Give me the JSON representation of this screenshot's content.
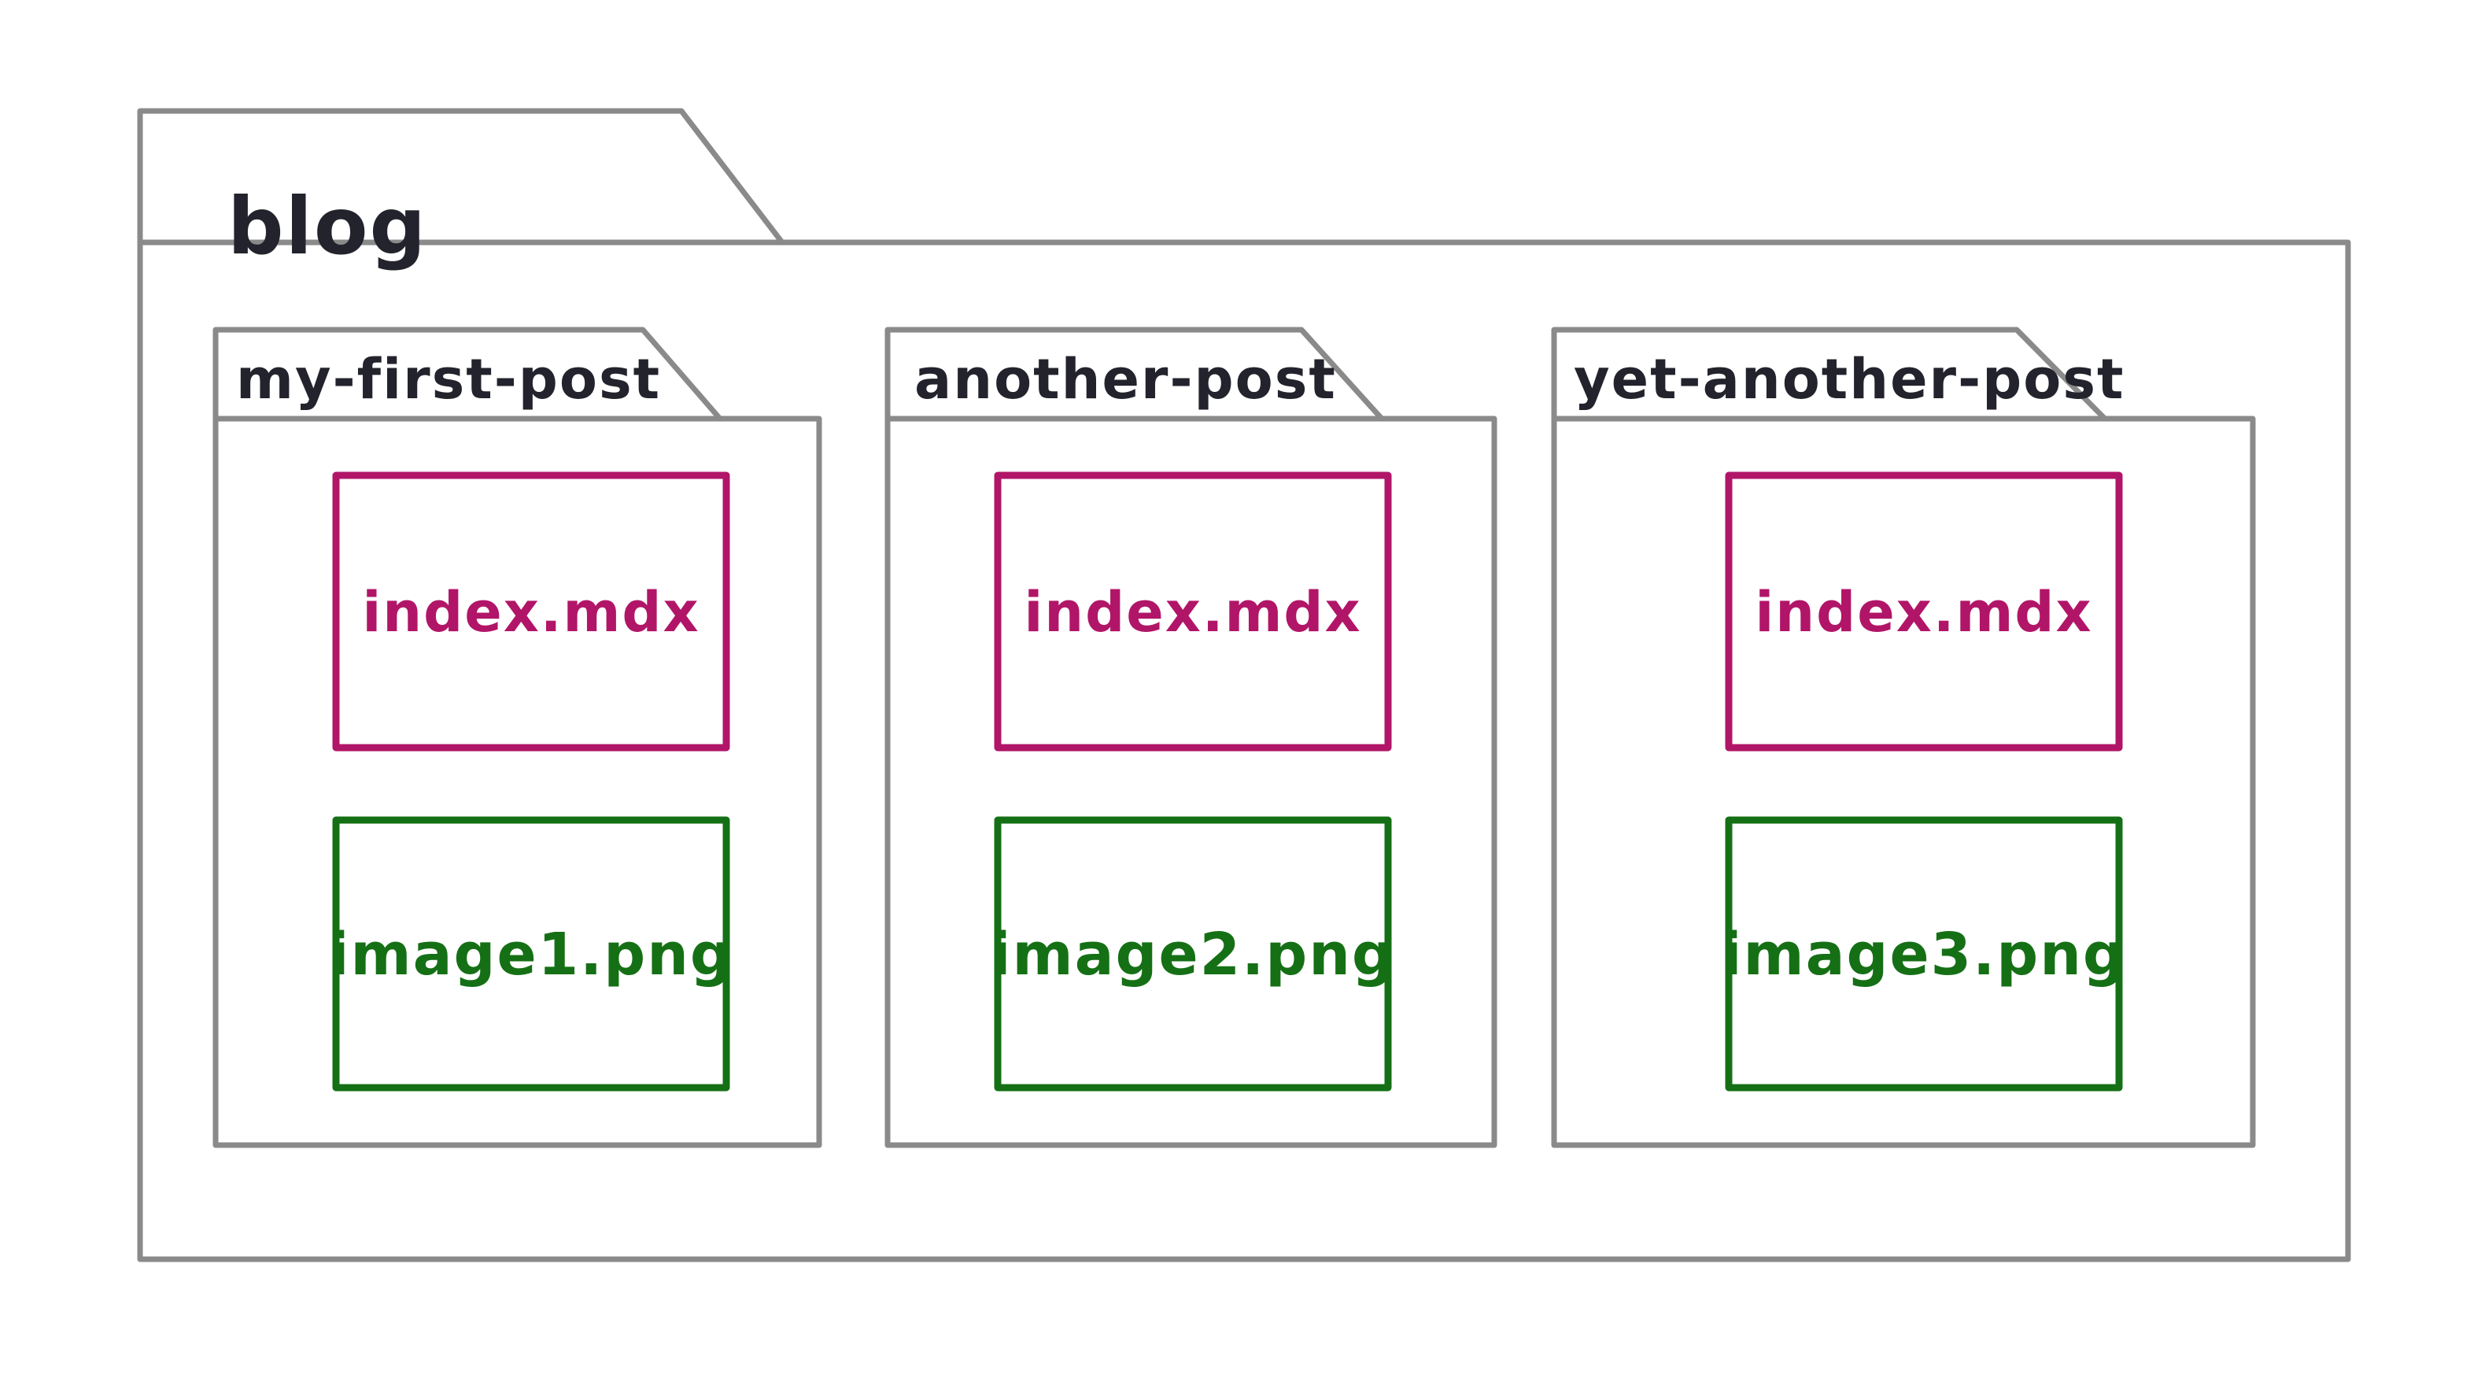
{
  "colors": {
    "outline": "#8a8a8a",
    "ink": "#23232d",
    "mdx_file": "#b11568",
    "png_file": "#157015"
  },
  "root_folder": {
    "label": "blog"
  },
  "folders": [
    {
      "label": "my-first-post",
      "files": [
        {
          "name": "index.mdx",
          "type": "mdx"
        },
        {
          "name": "image1.png",
          "type": "png"
        }
      ]
    },
    {
      "label": "another-post",
      "files": [
        {
          "name": "index.mdx",
          "type": "mdx"
        },
        {
          "name": "image2.png",
          "type": "png"
        }
      ]
    },
    {
      "label": "yet-another-post",
      "files": [
        {
          "name": "index.mdx",
          "type": "mdx"
        },
        {
          "name": "image3.png",
          "type": "png"
        }
      ]
    }
  ]
}
